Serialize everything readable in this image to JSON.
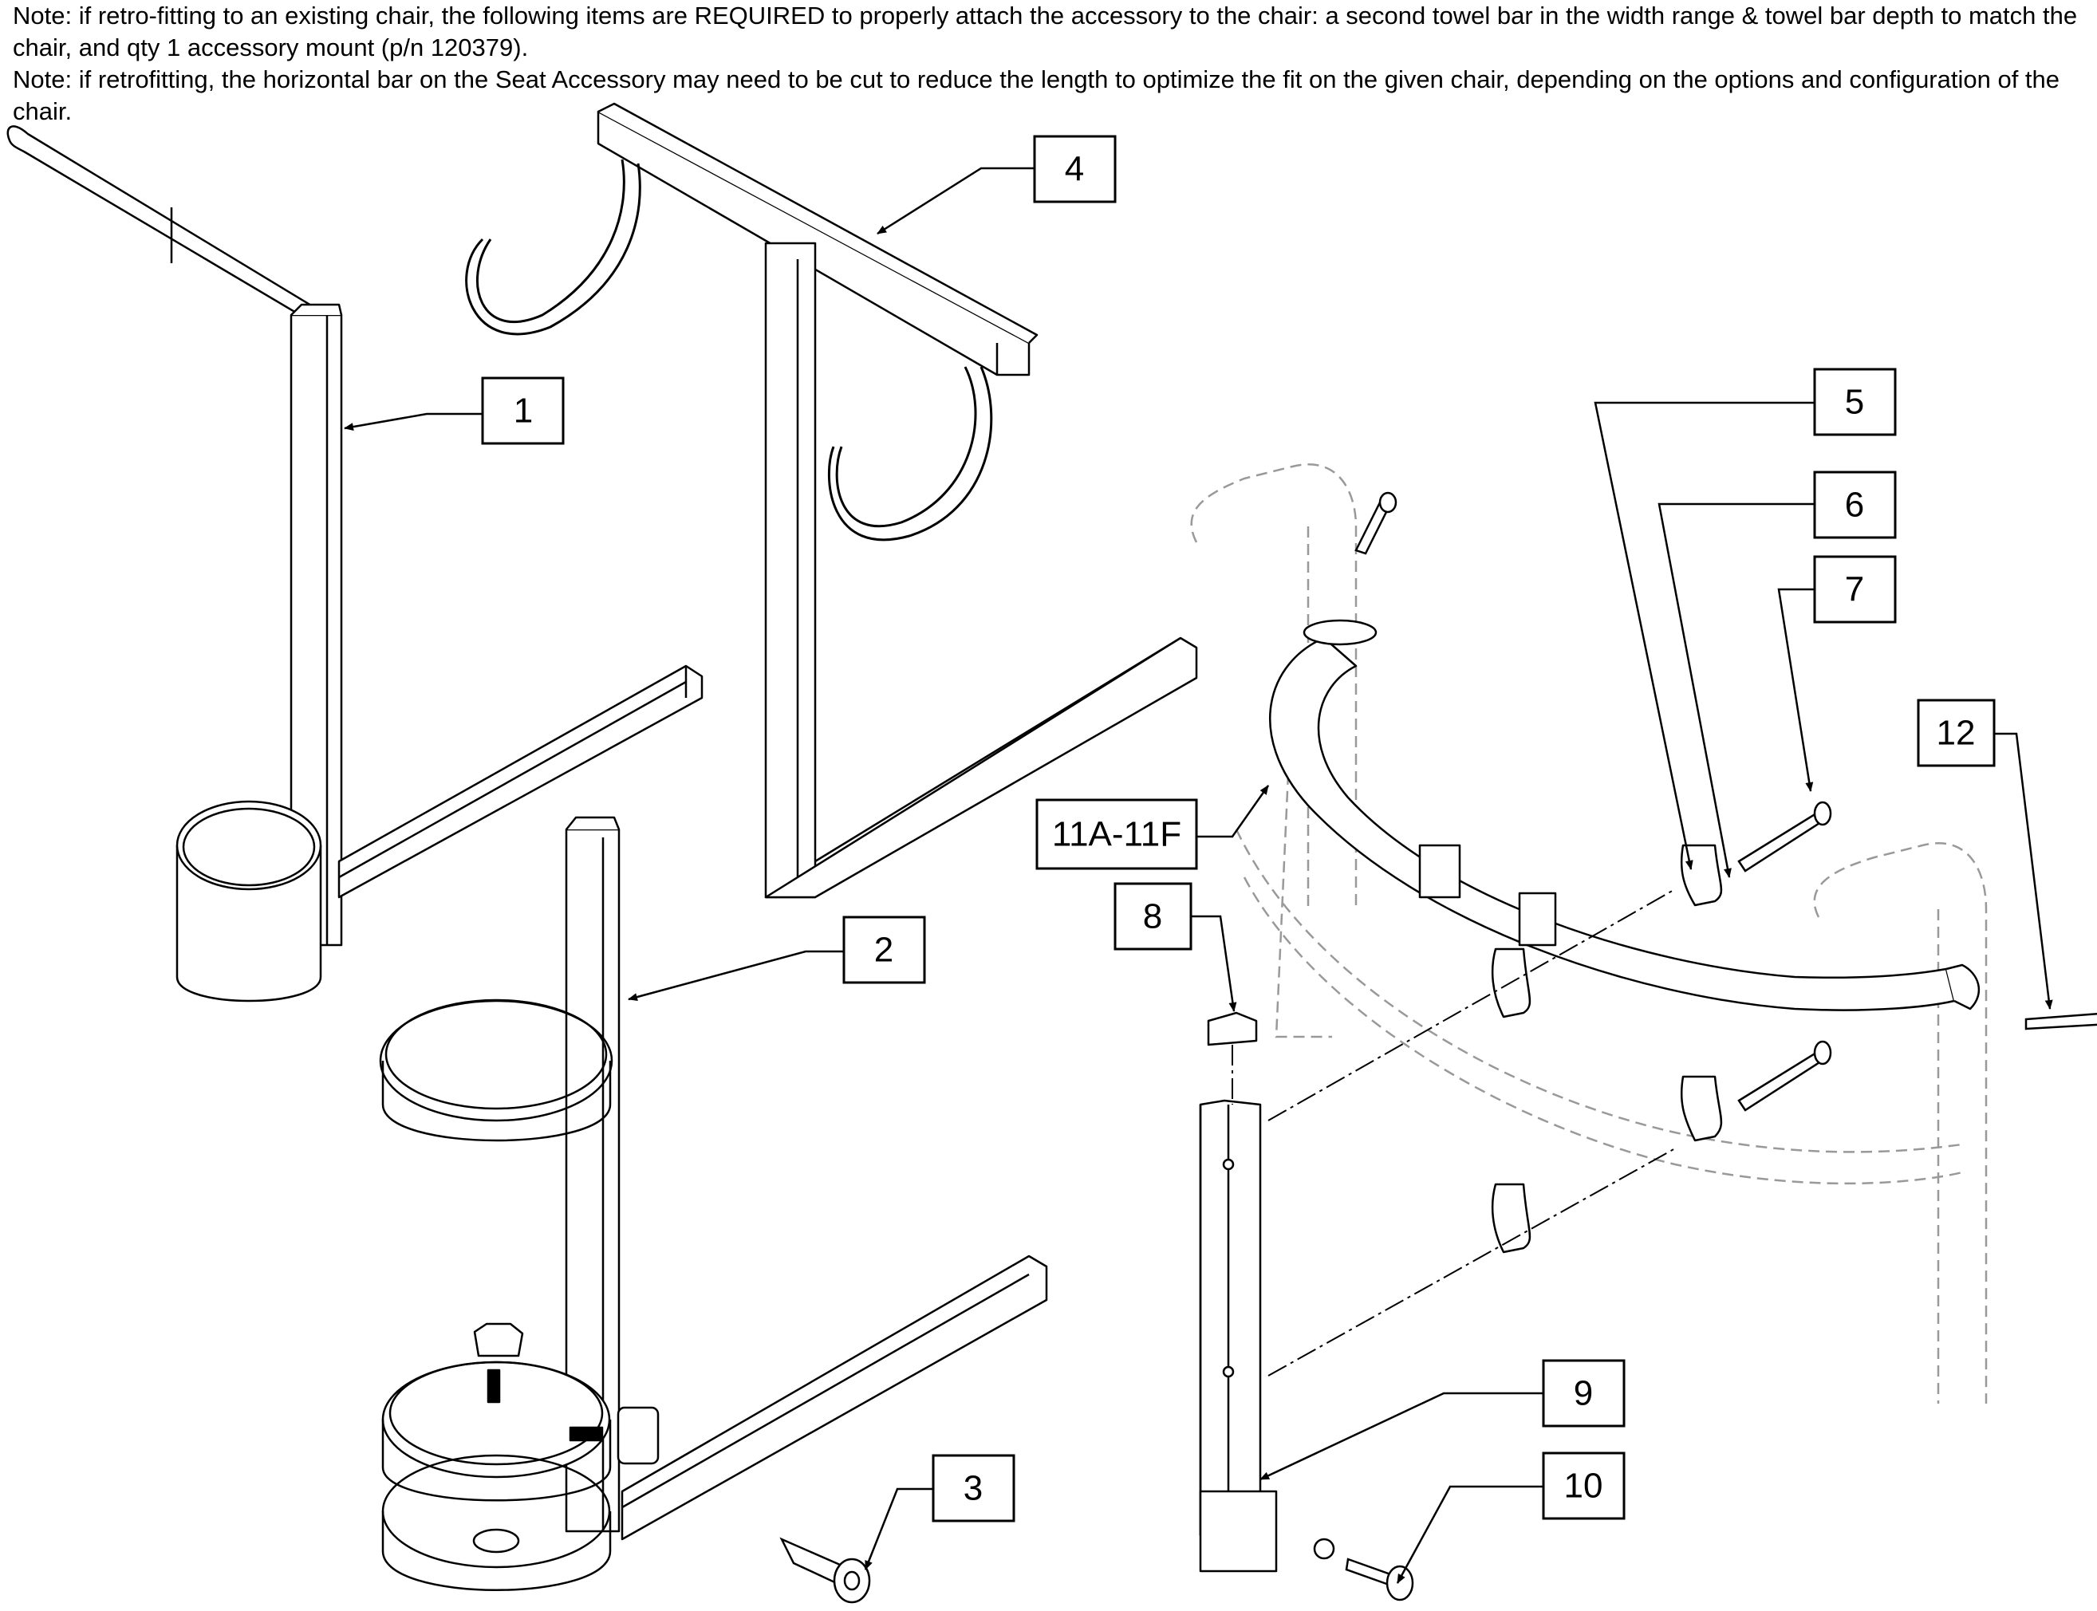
{
  "notes": [
    "Note: if retro-fitting to an existing chair, the following items are REQUIRED to properly attach the accessory to the chair: a second towel bar in the width range & towel bar depth to match the chair, and qty 1 accessory mount (p/n 120379).",
    "Note: if retrofitting, the horizontal bar on the Seat Accessory may need to be cut to reduce the length to optimize the fit on the given chair, depending on the options and configuration of the chair."
  ],
  "callouts": {
    "c1": "1",
    "c2": "2",
    "c3": "3",
    "c4": "4",
    "c5": "5",
    "c6": "6",
    "c7": "7",
    "c8": "8",
    "c9": "9",
    "c10": "10",
    "c11": "11A-11F",
    "c12": "12"
  }
}
